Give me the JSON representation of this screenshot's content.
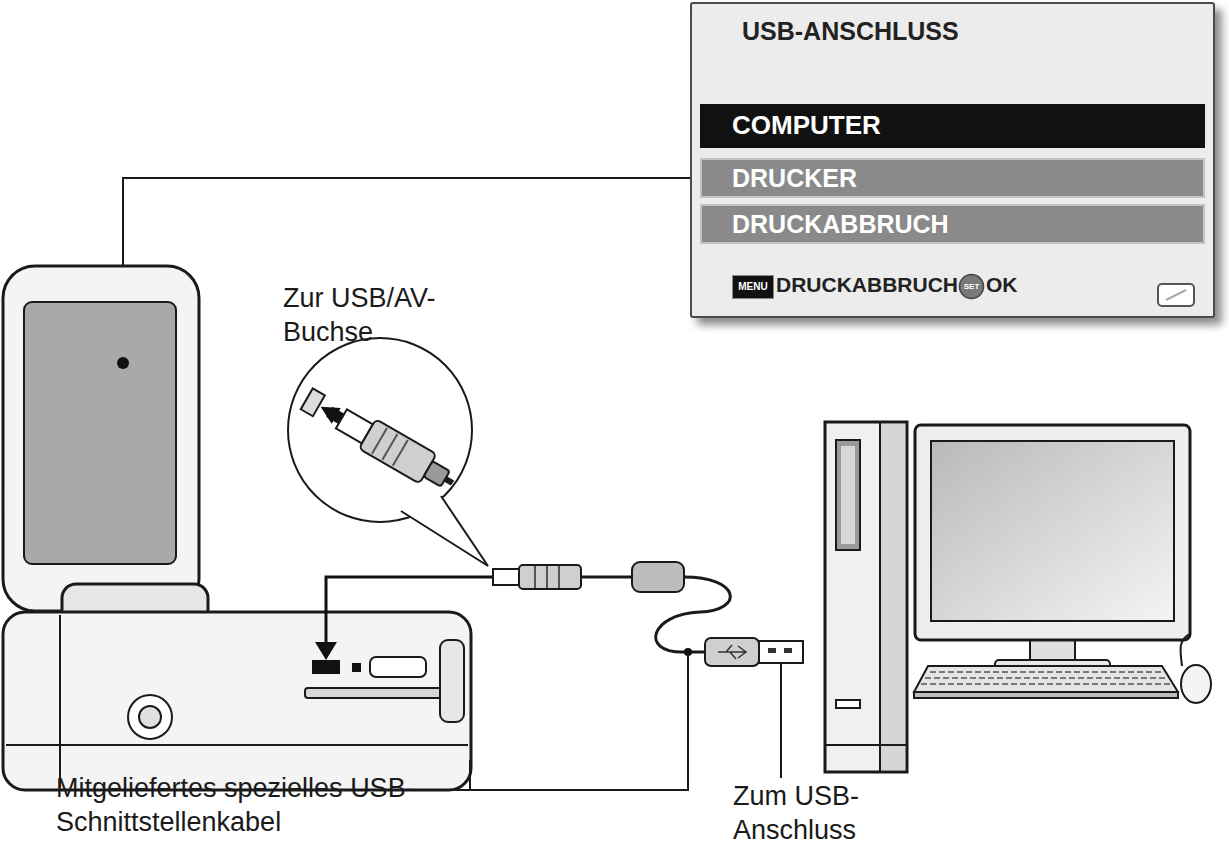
{
  "diagram": {
    "nodes": [
      {
        "text": [
          "USB-ANSCHLUSS",
          "DRUCKABBRUCH",
          "OK"
        ]
      },
      {
        "text": [
          "COMPUTER"
        ],
        "in": 0
      },
      {
        "text": [
          "DRUCKER"
        ],
        "in": 0
      },
      {
        "text": [
          "DRUCKABBRUCH"
        ],
        "in": 0
      },
      {
        "text": [
          "MENU"
        ],
        "in": 0
      },
      {
        "text": [
          "SET"
        ],
        "in": 0
      }
    ],
    "labels": [
      "Zur USB/AV-Buchse",
      "Mitgeliefertes spezielles USB-Schnittstellenkabel",
      "Zum USB-Anschluss"
    ]
  }
}
